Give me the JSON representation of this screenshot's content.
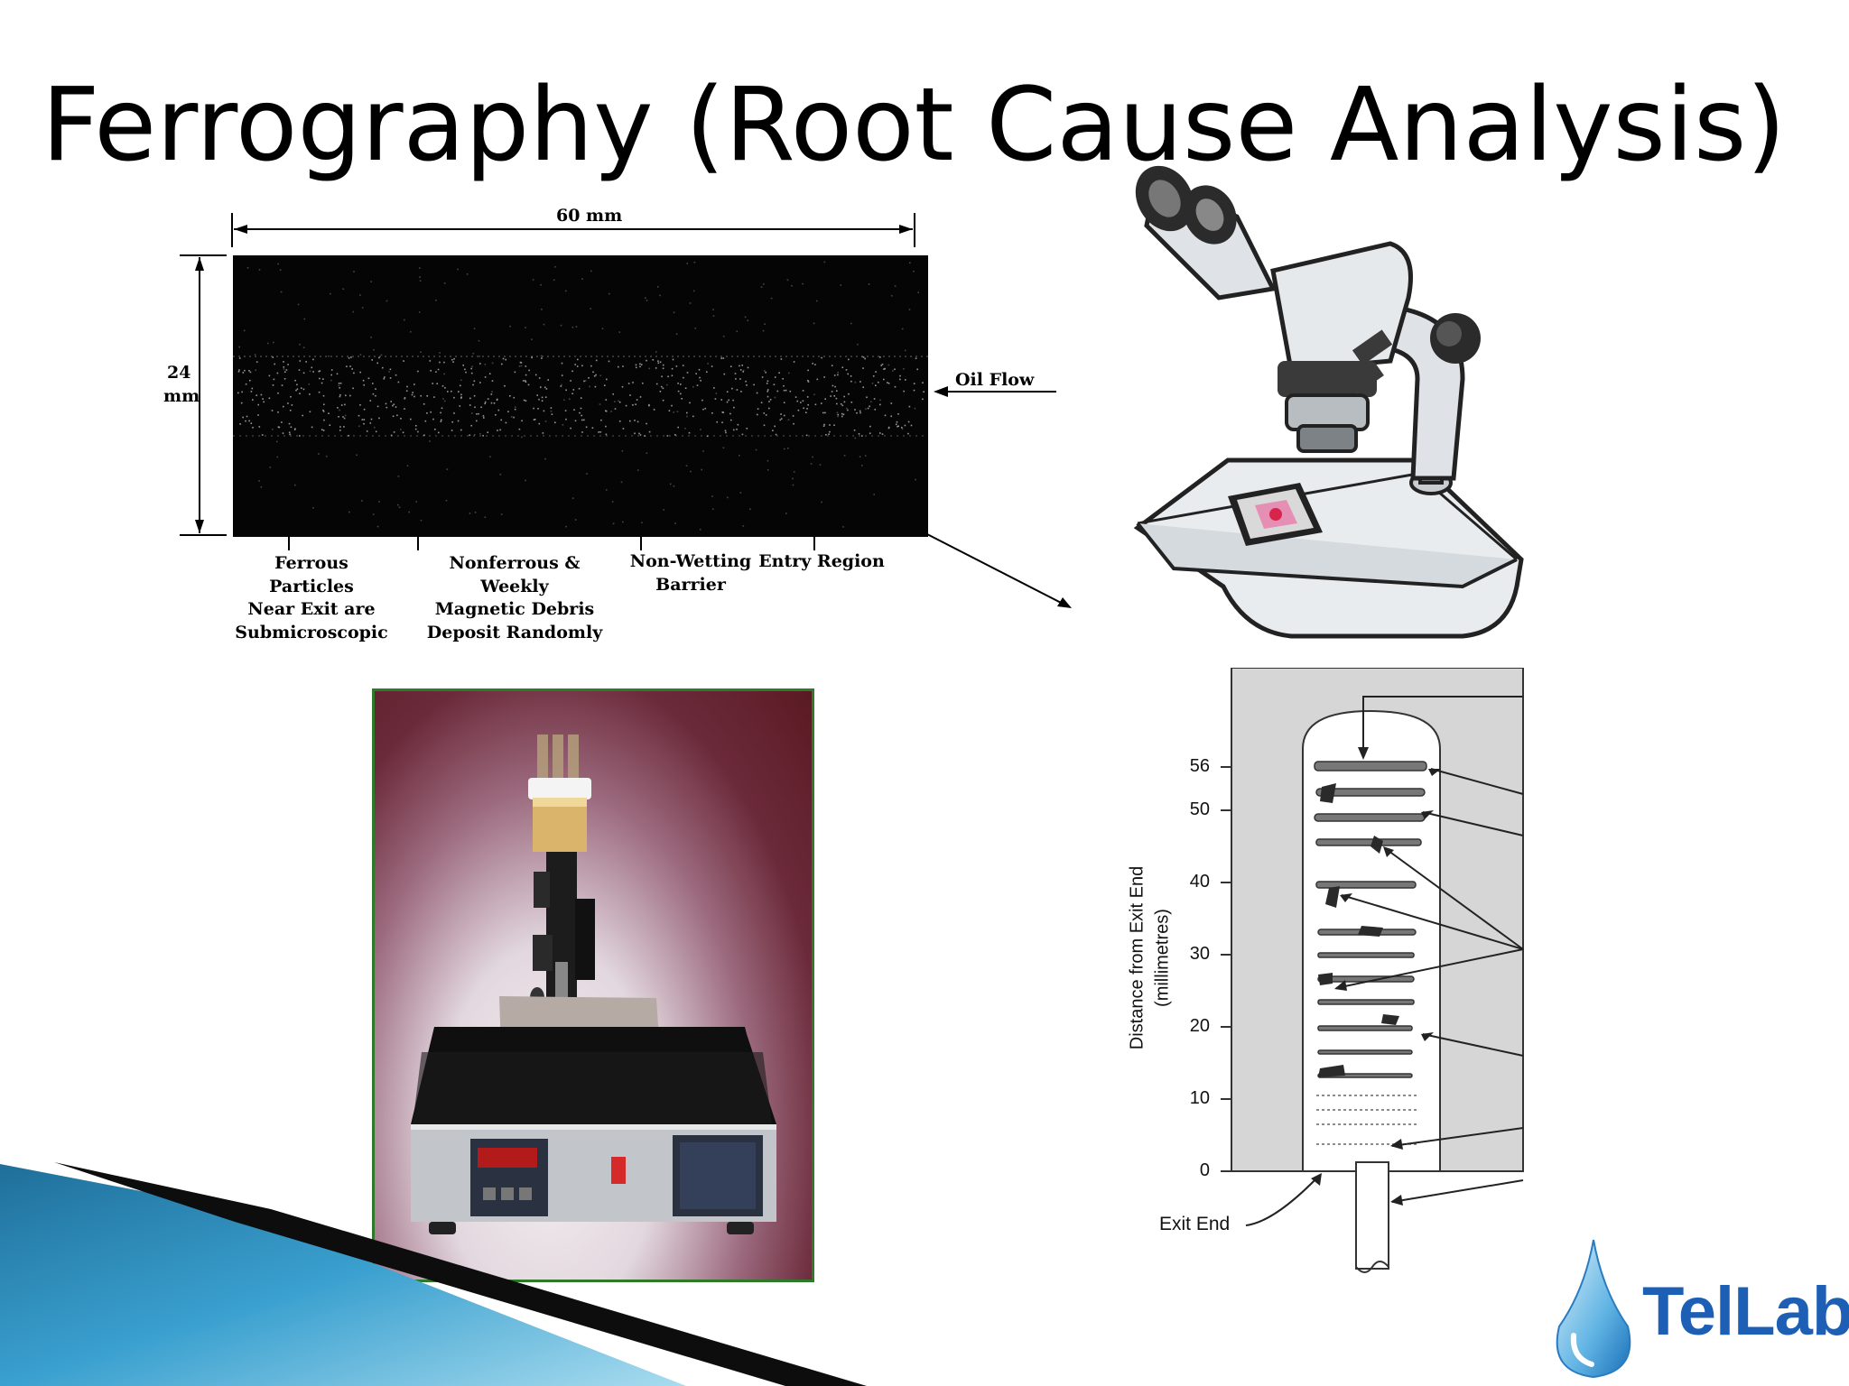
{
  "slide": {
    "title": "Ferrography (Root Cause Analysis)"
  },
  "ferrogram": {
    "length_label": "60 mm",
    "width_label_value": "24",
    "width_label_unit": "mm",
    "flow_label": "Oil Flow",
    "regions": [
      {
        "lines": [
          "Ferrous Particles",
          "Near Exit are",
          "Submicroscopic"
        ]
      },
      {
        "lines": [
          "Nonferrous & Weekly",
          "Magnetic Debris",
          "Deposit Randomly"
        ]
      },
      {
        "lines": [
          "Non-Wetting",
          "Barrier"
        ]
      },
      {
        "lines": [
          "Entry Region"
        ]
      }
    ]
  },
  "deposit_chart": {
    "ylabel_line1": "Distance from Exit End",
    "ylabel_line2": "(millimetres)",
    "ticks": [
      "0",
      "10",
      "20",
      "30",
      "40",
      "50",
      "56"
    ],
    "exit_label": "Exit End"
  },
  "logo": {
    "text": "TelLab"
  },
  "colors": {
    "photo_border": "#2f7a2a",
    "logo_blue": "#1d5fb5",
    "ribbon_blue": "#3aa0cf"
  },
  "icons": [
    "microscope-illustration",
    "water-drop-icon"
  ]
}
